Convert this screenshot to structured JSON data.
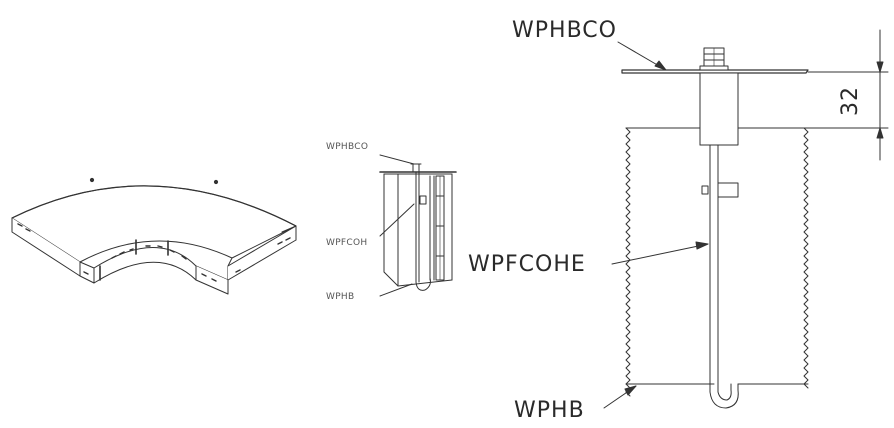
{
  "labels": {
    "small": {
      "wphbco": "WPHBCO",
      "wpfcoh": "WPFCOH",
      "wphb": "WPHB"
    },
    "large": {
      "wphbco": "WPHBCO",
      "wpfcohe": "WPFCOHE",
      "wphb": "WPHB"
    }
  },
  "dimension": {
    "value": "32"
  },
  "colors": {
    "line": "#333333",
    "fill": "#ffffff"
  }
}
